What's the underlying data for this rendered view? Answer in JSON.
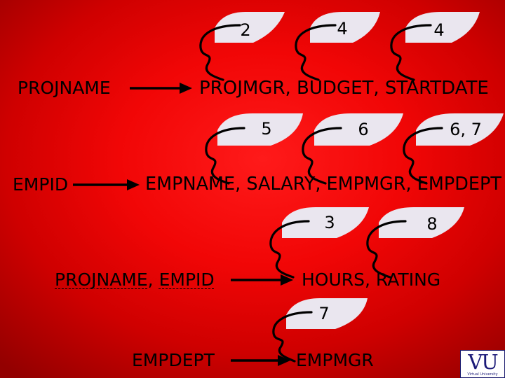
{
  "rows": [
    {
      "lhs": [
        {
          "text": "PROJNAME"
        }
      ],
      "rhs": "PROJMGR, BUDGET, STARTDATE",
      "labels": [
        "2",
        "4",
        "4"
      ]
    },
    {
      "lhs": [
        {
          "text": "EMPID"
        }
      ],
      "rhs": "EMPNAME, SALARY, EMPMGR, EMPDEPT",
      "labels": [
        "5",
        "6",
        "6, 7"
      ]
    },
    {
      "lhs": [
        {
          "text": "PROJNAME"
        },
        {
          "text": ", "
        },
        {
          "text": "EMPID"
        }
      ],
      "rhs": "HOURS, RATING",
      "labels": [
        "3",
        "8"
      ]
    },
    {
      "lhs": [
        {
          "text": "EMPDEPT"
        }
      ],
      "rhs": "EMPMGR",
      "labels": [
        "7"
      ]
    }
  ],
  "logo": {
    "letters": "VU",
    "subtitle": "Virtual University"
  },
  "colors": {
    "background": "#f10606",
    "bubble": "#eae6ef",
    "text": "#000000",
    "logo": "#1b1a78"
  }
}
